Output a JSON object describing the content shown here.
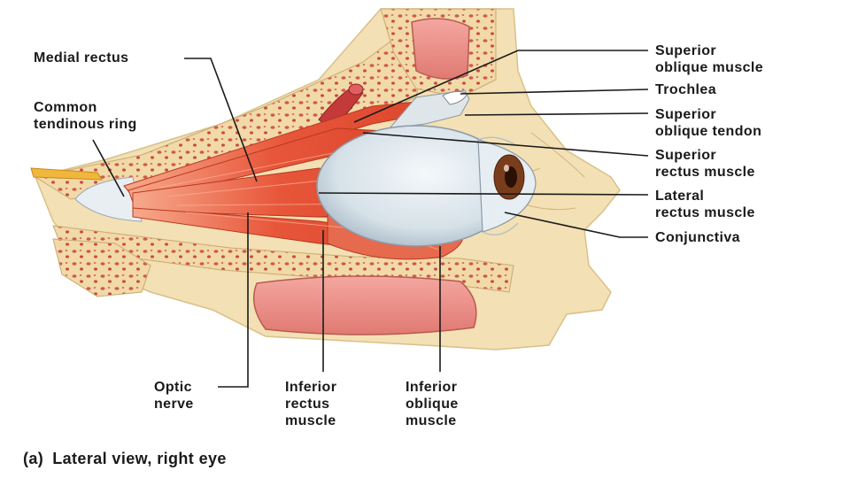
{
  "labels": {
    "medial_rectus": [
      "Medial rectus"
    ],
    "common_tendinous_ring": [
      "Common",
      "tendinous ring"
    ],
    "superior_oblique_muscle": [
      "Superior",
      "oblique muscle"
    ],
    "trochlea": [
      "Trochlea"
    ],
    "superior_oblique_tendon": [
      "Superior",
      "oblique tendon"
    ],
    "superior_rectus_muscle": [
      "Superior",
      "rectus muscle"
    ],
    "lateral_rectus_muscle": [
      "Lateral",
      "rectus muscle"
    ],
    "conjunctiva": [
      "Conjunctiva"
    ],
    "optic_nerve": [
      "Optic",
      "nerve"
    ],
    "inferior_rectus_muscle": [
      "Inferior",
      "rectus",
      "muscle"
    ],
    "inferior_oblique_muscle": [
      "Inferior",
      "oblique",
      "muscle"
    ]
  },
  "caption": {
    "letter": "(a)",
    "text": "Lateral view, right eye"
  },
  "colors": {
    "bone": "#f2deb0",
    "marrow_red": "#d9534f",
    "muscle": "#e8644a",
    "eyeball": "#dfe8ee",
    "iris": "#7a3d1c",
    "nerve": "#f0b73c",
    "leader_line": "#1a1a1a"
  }
}
